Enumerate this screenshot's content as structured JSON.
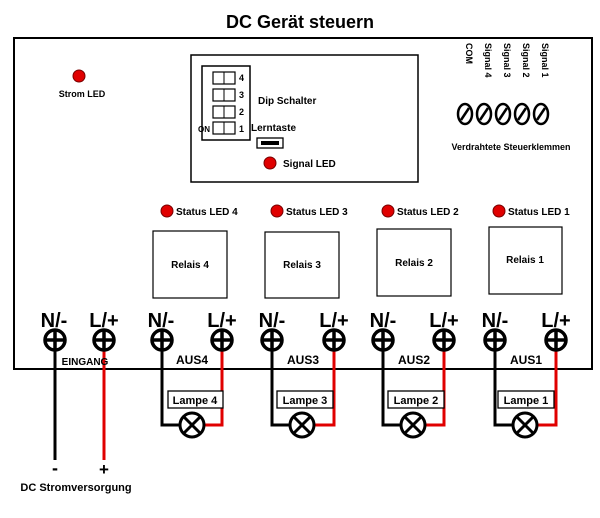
{
  "title": "DC Gerät steuern",
  "power_led_label": "Strom LED",
  "dip": {
    "label": "Dip Schalter",
    "numbers": [
      "4",
      "3",
      "2",
      "1"
    ],
    "on_label": "ON",
    "learn_label": "Lerntaste",
    "signal_led_label": "Signal LED"
  },
  "terminals": {
    "labels": [
      "COM",
      "Signal 4",
      "Signal 3",
      "Signal 2",
      "Signal 1"
    ],
    "caption": "Verdrahtete Steuerklemmen"
  },
  "relays": [
    {
      "status": "Status LED 4",
      "name": "Relais 4",
      "out": "AUS4",
      "lamp": "Lampe 4"
    },
    {
      "status": "Status LED 3",
      "name": "Relais 3",
      "out": "AUS3",
      "lamp": "Lampe 3"
    },
    {
      "status": "Status LED 2",
      "name": "Relais 2",
      "out": "AUS2",
      "lamp": "Lampe 2"
    },
    {
      "status": "Status LED 1",
      "name": "Relais 1",
      "out": "AUS1",
      "lamp": "Lampe 1"
    }
  ],
  "input": {
    "neg": "N/-",
    "pos": "L/+",
    "label": "EINGANG"
  },
  "output_terms": {
    "neg": "N/-",
    "pos": "L/+"
  },
  "supply": {
    "minus": "-",
    "plus": "+",
    "label": "DC Stromversorgung"
  },
  "colors": {
    "led": "#e00000",
    "wire_pos": "#e00000",
    "wire_neg": "#000000"
  }
}
